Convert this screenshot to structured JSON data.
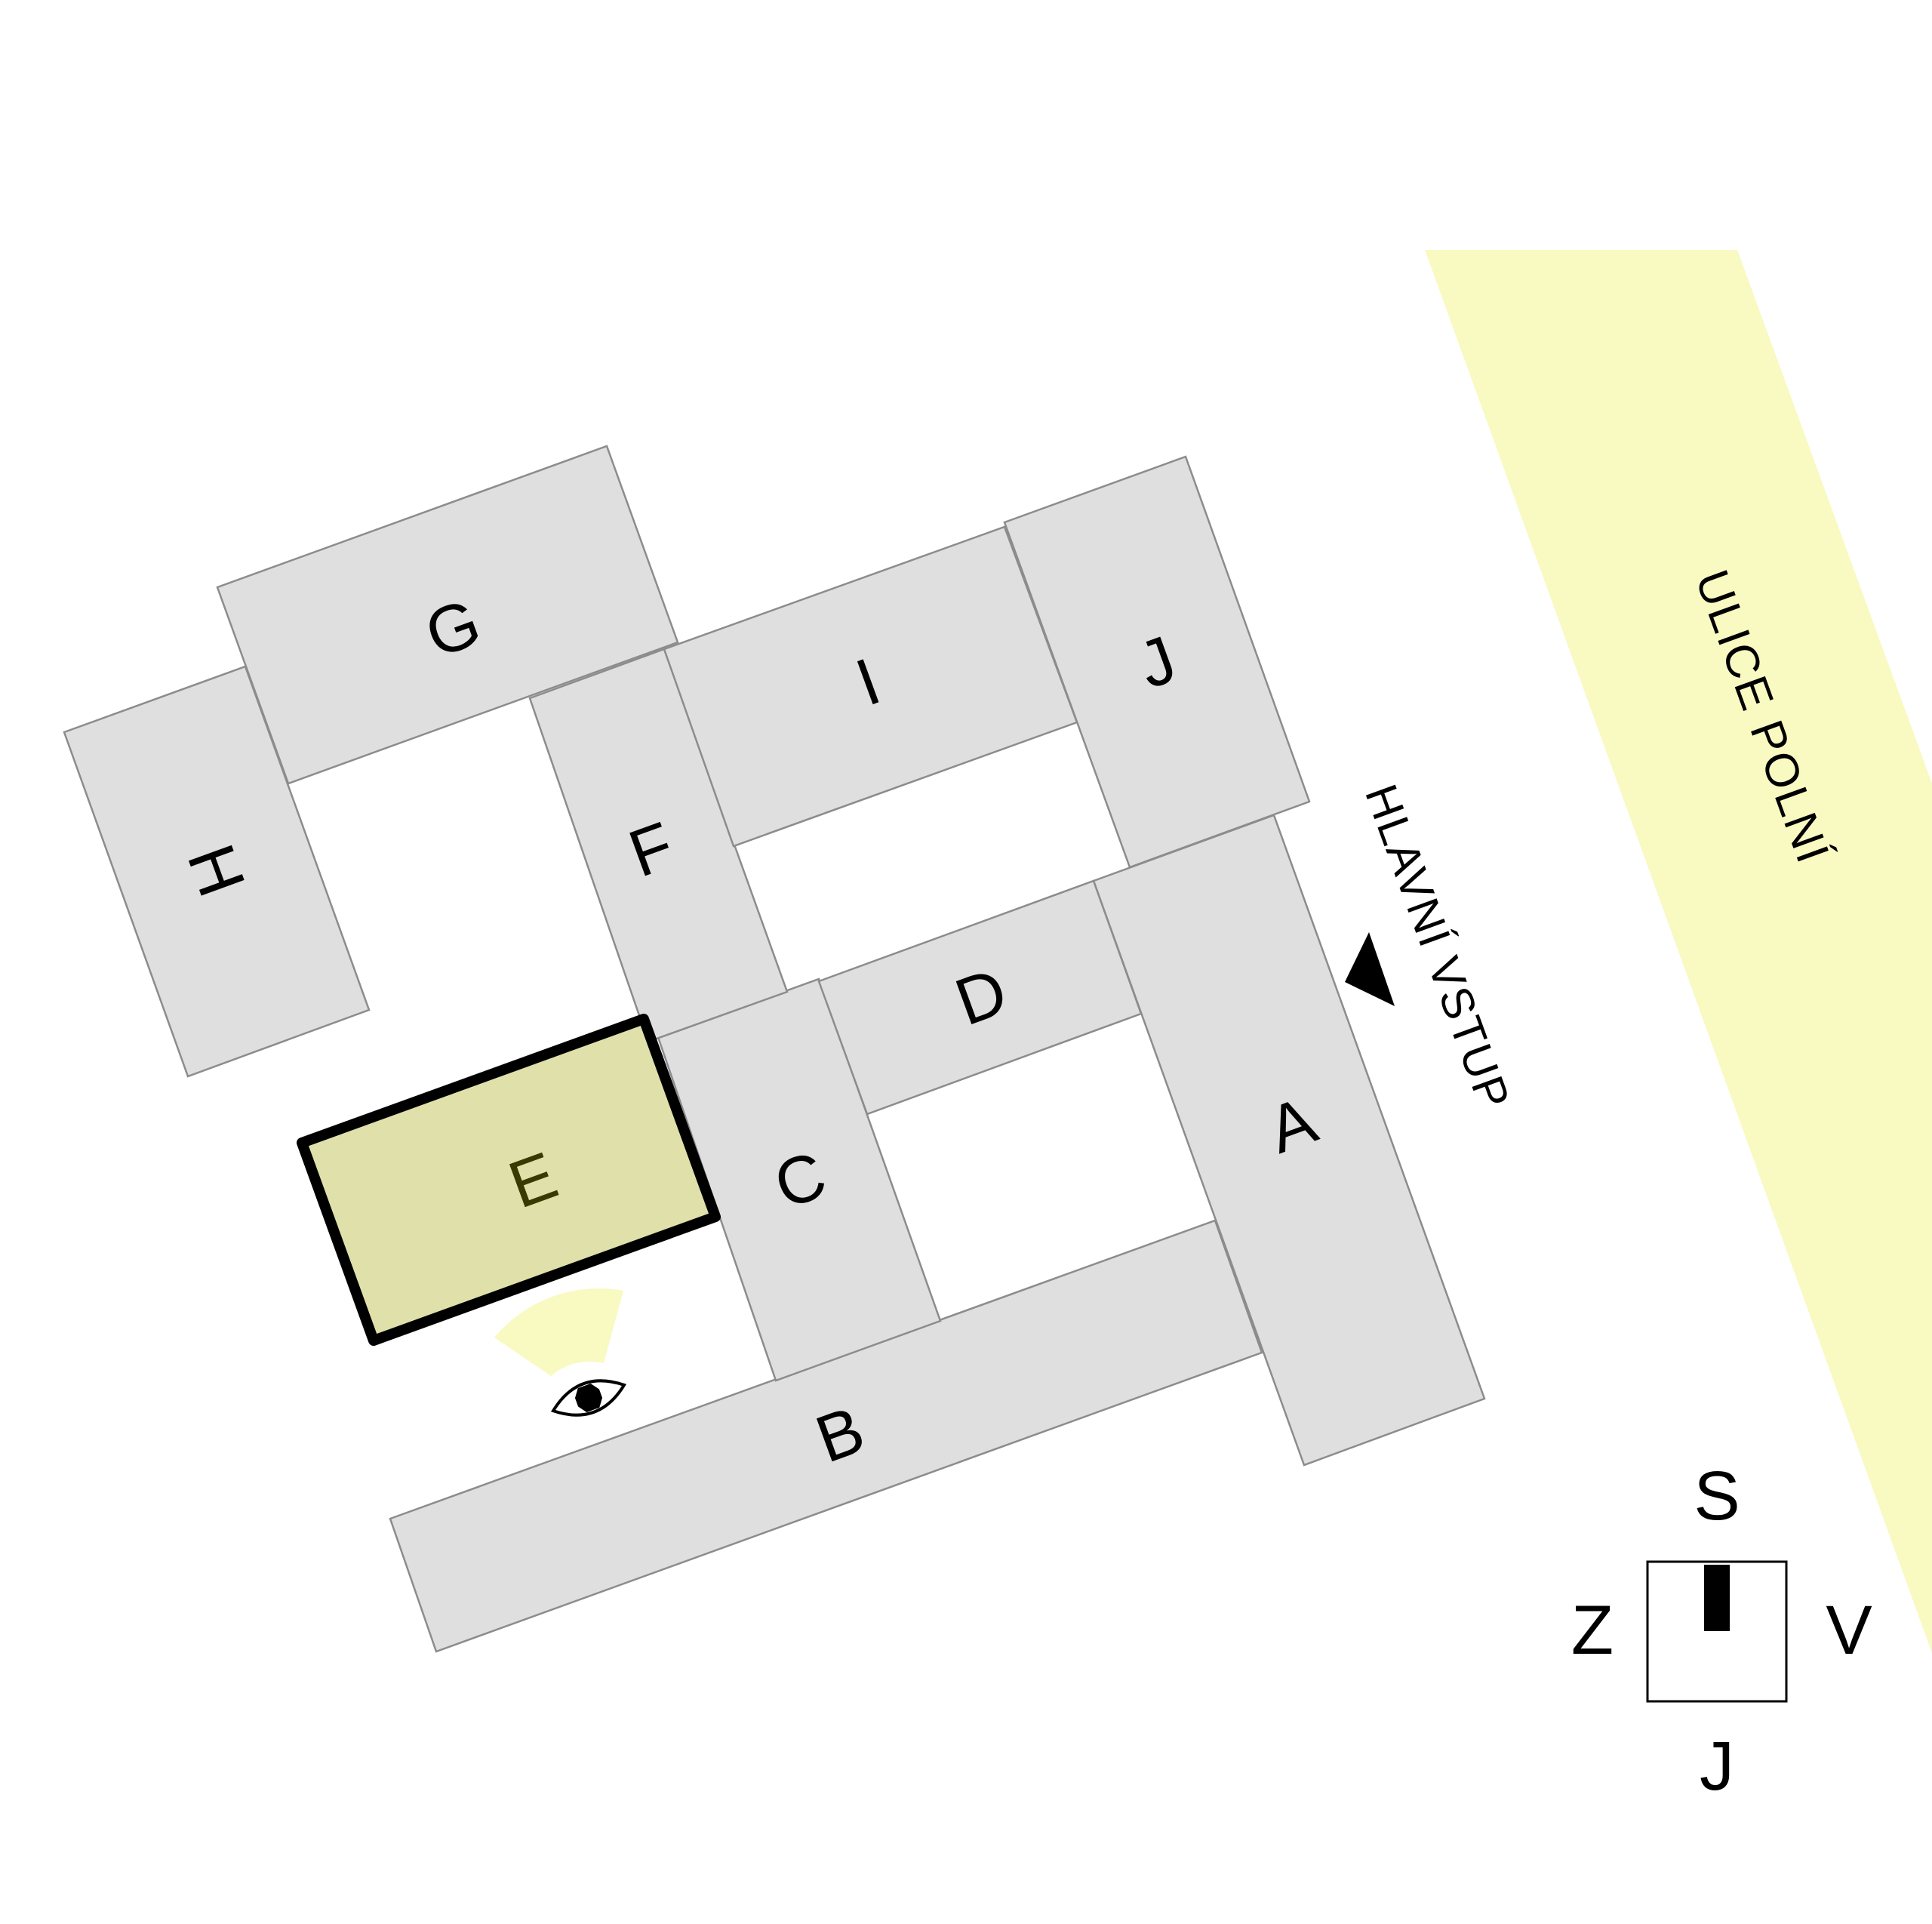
{
  "colors": {
    "building_fill": "#dfdfdf",
    "building_stroke": "#8c8c8c",
    "highlight_fill": "#e0e0aa",
    "highlight_stroke": "#000000",
    "street_fill": "#f9f9c2",
    "view_cone_fill": "#f9f9c2"
  },
  "buildings": {
    "A": "A",
    "B": "B",
    "C": "C",
    "D": "D",
    "E": "E",
    "F": "F",
    "G": "G",
    "H": "H",
    "I": "I",
    "J": "J"
  },
  "highlighted_building": "E",
  "street": {
    "label": "ULICE POLNÍ"
  },
  "entrance": {
    "label": "HLAVNÍ VSTUP",
    "icon": "entrance-triangle-icon"
  },
  "viewpoint": {
    "icon": "eye-icon"
  },
  "compass": {
    "north": "S",
    "south": "J",
    "west": "Z",
    "east": "V",
    "icon": "north-arrow-icon"
  }
}
